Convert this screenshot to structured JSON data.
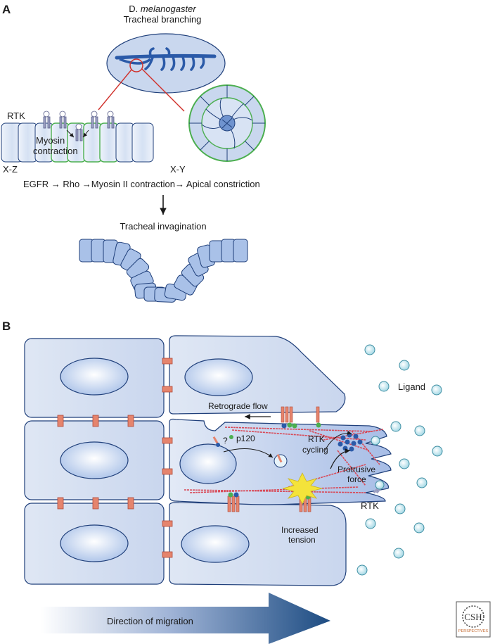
{
  "panel_a": {
    "letter": "A",
    "title_line1_prefix": "D. ",
    "title_line1_italic": "melanogaster",
    "title_line2": "Tracheal branching",
    "rtk": "RTK",
    "myosin_line1": "Myosin",
    "myosin_line2": "contraction",
    "xz": "X-Z",
    "xy": "X-Y",
    "pathway": "EGFR → Rho →Myosin II contraction→ Apical constriction",
    "invagination": "Tracheal invagination"
  },
  "panel_b": {
    "letter": "B",
    "ligand": "Ligand",
    "retrograde": "Retrograde flow",
    "question": "?",
    "p120": "p120",
    "rtk_cycling_line1": "RTK",
    "rtk_cycling_line2": "cycling",
    "protrusive_line1": "Protrusive",
    "protrusive_line2": "force",
    "rtk": "RTK",
    "tension_line1": "Increased",
    "tension_line2": "tension",
    "direction": "Direction of migration"
  },
  "logo": {
    "letters": "CSH",
    "sub": "PERSPECTIVES"
  },
  "colors": {
    "cell_fill": "#dde5f3",
    "cell_stroke": "#1f3f7a",
    "nucleus": "#a9c1e8",
    "branch": "#2b5aa8",
    "junction": "#e5846d",
    "actin": "#d84a58",
    "green": "#4caf50",
    "arrow": "#1d4c82"
  }
}
